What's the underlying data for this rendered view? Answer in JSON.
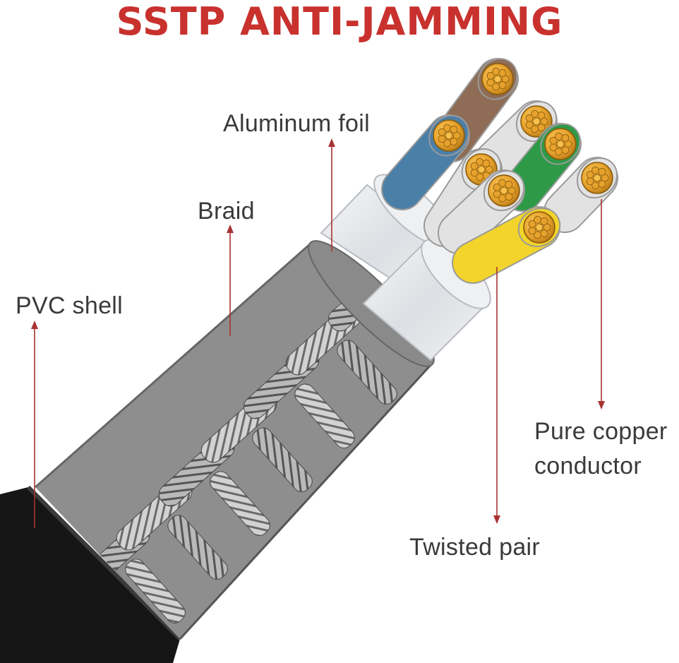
{
  "title": "SSTP ANTI-JAMMING",
  "labels": {
    "aluminum_foil": "Aluminum foil",
    "braid": "Braid",
    "pvc_shell": "PVC shell",
    "pure_copper_line1": "Pure copper",
    "pure_copper_line2": "conductor",
    "twisted_pair": "Twisted pair"
  },
  "colors": {
    "title": "#c8312d",
    "leader_line": "#a83232",
    "pvc_shell": "#151515",
    "braid": "#8e8e8e",
    "foil": "#e6e8eb",
    "copper": "#e6a22c",
    "wire_brown": "#8e6c55",
    "wire_blue": "#4a7fa8",
    "wire_green": "#2e9a48",
    "wire_yellow": "#f2d42a",
    "wire_white": "#e2e2e2"
  }
}
